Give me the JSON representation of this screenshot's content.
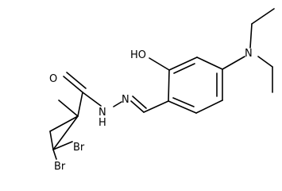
{
  "molecule": {
    "labels": {
      "o_amide": "O",
      "nh": "N",
      "h_of_nh": "H",
      "n_hydrazone": "N",
      "oh": "HO",
      "n_amine": "N",
      "br1": "Br",
      "br2": "Br"
    }
  }
}
